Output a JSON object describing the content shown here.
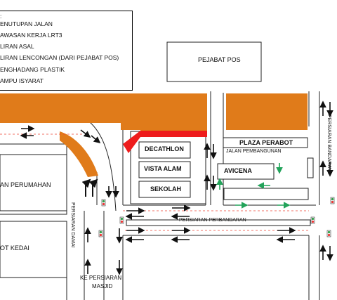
{
  "legend": {
    "heading": ":",
    "items": [
      "ENUTUPAN JALAN",
      "AWASAN KERJA LRT3",
      "LIRAN ASAL",
      "LIRAN LENCONGAN (DARI PEJABAT POS)",
      "ENGHADANG PLASTIK",
      "AMPU ISYARAT"
    ]
  },
  "buildings": {
    "pejabat_pos": "PEJABAT POS",
    "plaza_perabot": "PLAZA PERABOT",
    "decathlon": "DECATHLON",
    "vista_alam": "VISTA ALAM",
    "sekolah": "SEKOLAH",
    "avicena": "AVICENA",
    "perumahan": "AN PERUMAHAN",
    "kedai": "OT KEDAI"
  },
  "roads": {
    "jalan_pembangunan": "JALAN PEMBANGUNAN",
    "persiaran_perbandaran": "PERSIARAN PERBANDARAN",
    "persiaran_damai": "PERSIARAN DAMAI",
    "persiaran_bandaraya": "PERSIARAN BANDARAYA",
    "ke_persiaran_masjid_line1": "KE PERSIARAN",
    "ke_persiaran_masjid_line2": "MASJID"
  },
  "colors": {
    "lrt_work_zone": "#E07B1A",
    "road_closure": "#EE1C1C",
    "original_flow": "#111111",
    "diversion_flow": "#22A35A",
    "traffic_light": "#2E9E46"
  },
  "symbols": {
    "arrow_icon": "arrow",
    "traffic_light_icon": "traffic-light"
  }
}
